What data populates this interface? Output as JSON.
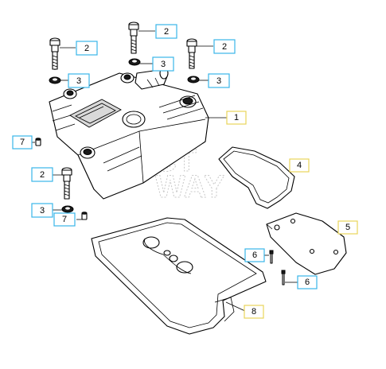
{
  "colors": {
    "callout_border_blue": "#38b6e8",
    "callout_border_yellow": "#e8d45a",
    "line": "#000000",
    "watermark": "#c8c8c8"
  },
  "watermark_text": [
    "SPCT",
    "WAY"
  ],
  "callouts": [
    {
      "id": "c2a",
      "label": "2",
      "border": "blue"
    },
    {
      "id": "c2b",
      "label": "2",
      "border": "blue"
    },
    {
      "id": "c2c",
      "label": "2",
      "border": "blue"
    },
    {
      "id": "c2d",
      "label": "2",
      "border": "blue"
    },
    {
      "id": "c3a",
      "label": "3",
      "border": "blue"
    },
    {
      "id": "c3b",
      "label": "3",
      "border": "blue"
    },
    {
      "id": "c3c",
      "label": "3",
      "border": "blue"
    },
    {
      "id": "c3d",
      "label": "3",
      "border": "blue"
    },
    {
      "id": "c1",
      "label": "1",
      "border": "yellow"
    },
    {
      "id": "c4",
      "label": "4",
      "border": "yellow"
    },
    {
      "id": "c5",
      "label": "5",
      "border": "yellow"
    },
    {
      "id": "c6a",
      "label": "6",
      "border": "blue"
    },
    {
      "id": "c6b",
      "label": "6",
      "border": "blue"
    },
    {
      "id": "c7a",
      "label": "7",
      "border": "blue"
    },
    {
      "id": "c7b",
      "label": "7",
      "border": "blue"
    },
    {
      "id": "c8",
      "label": "8",
      "border": "yellow"
    }
  ]
}
